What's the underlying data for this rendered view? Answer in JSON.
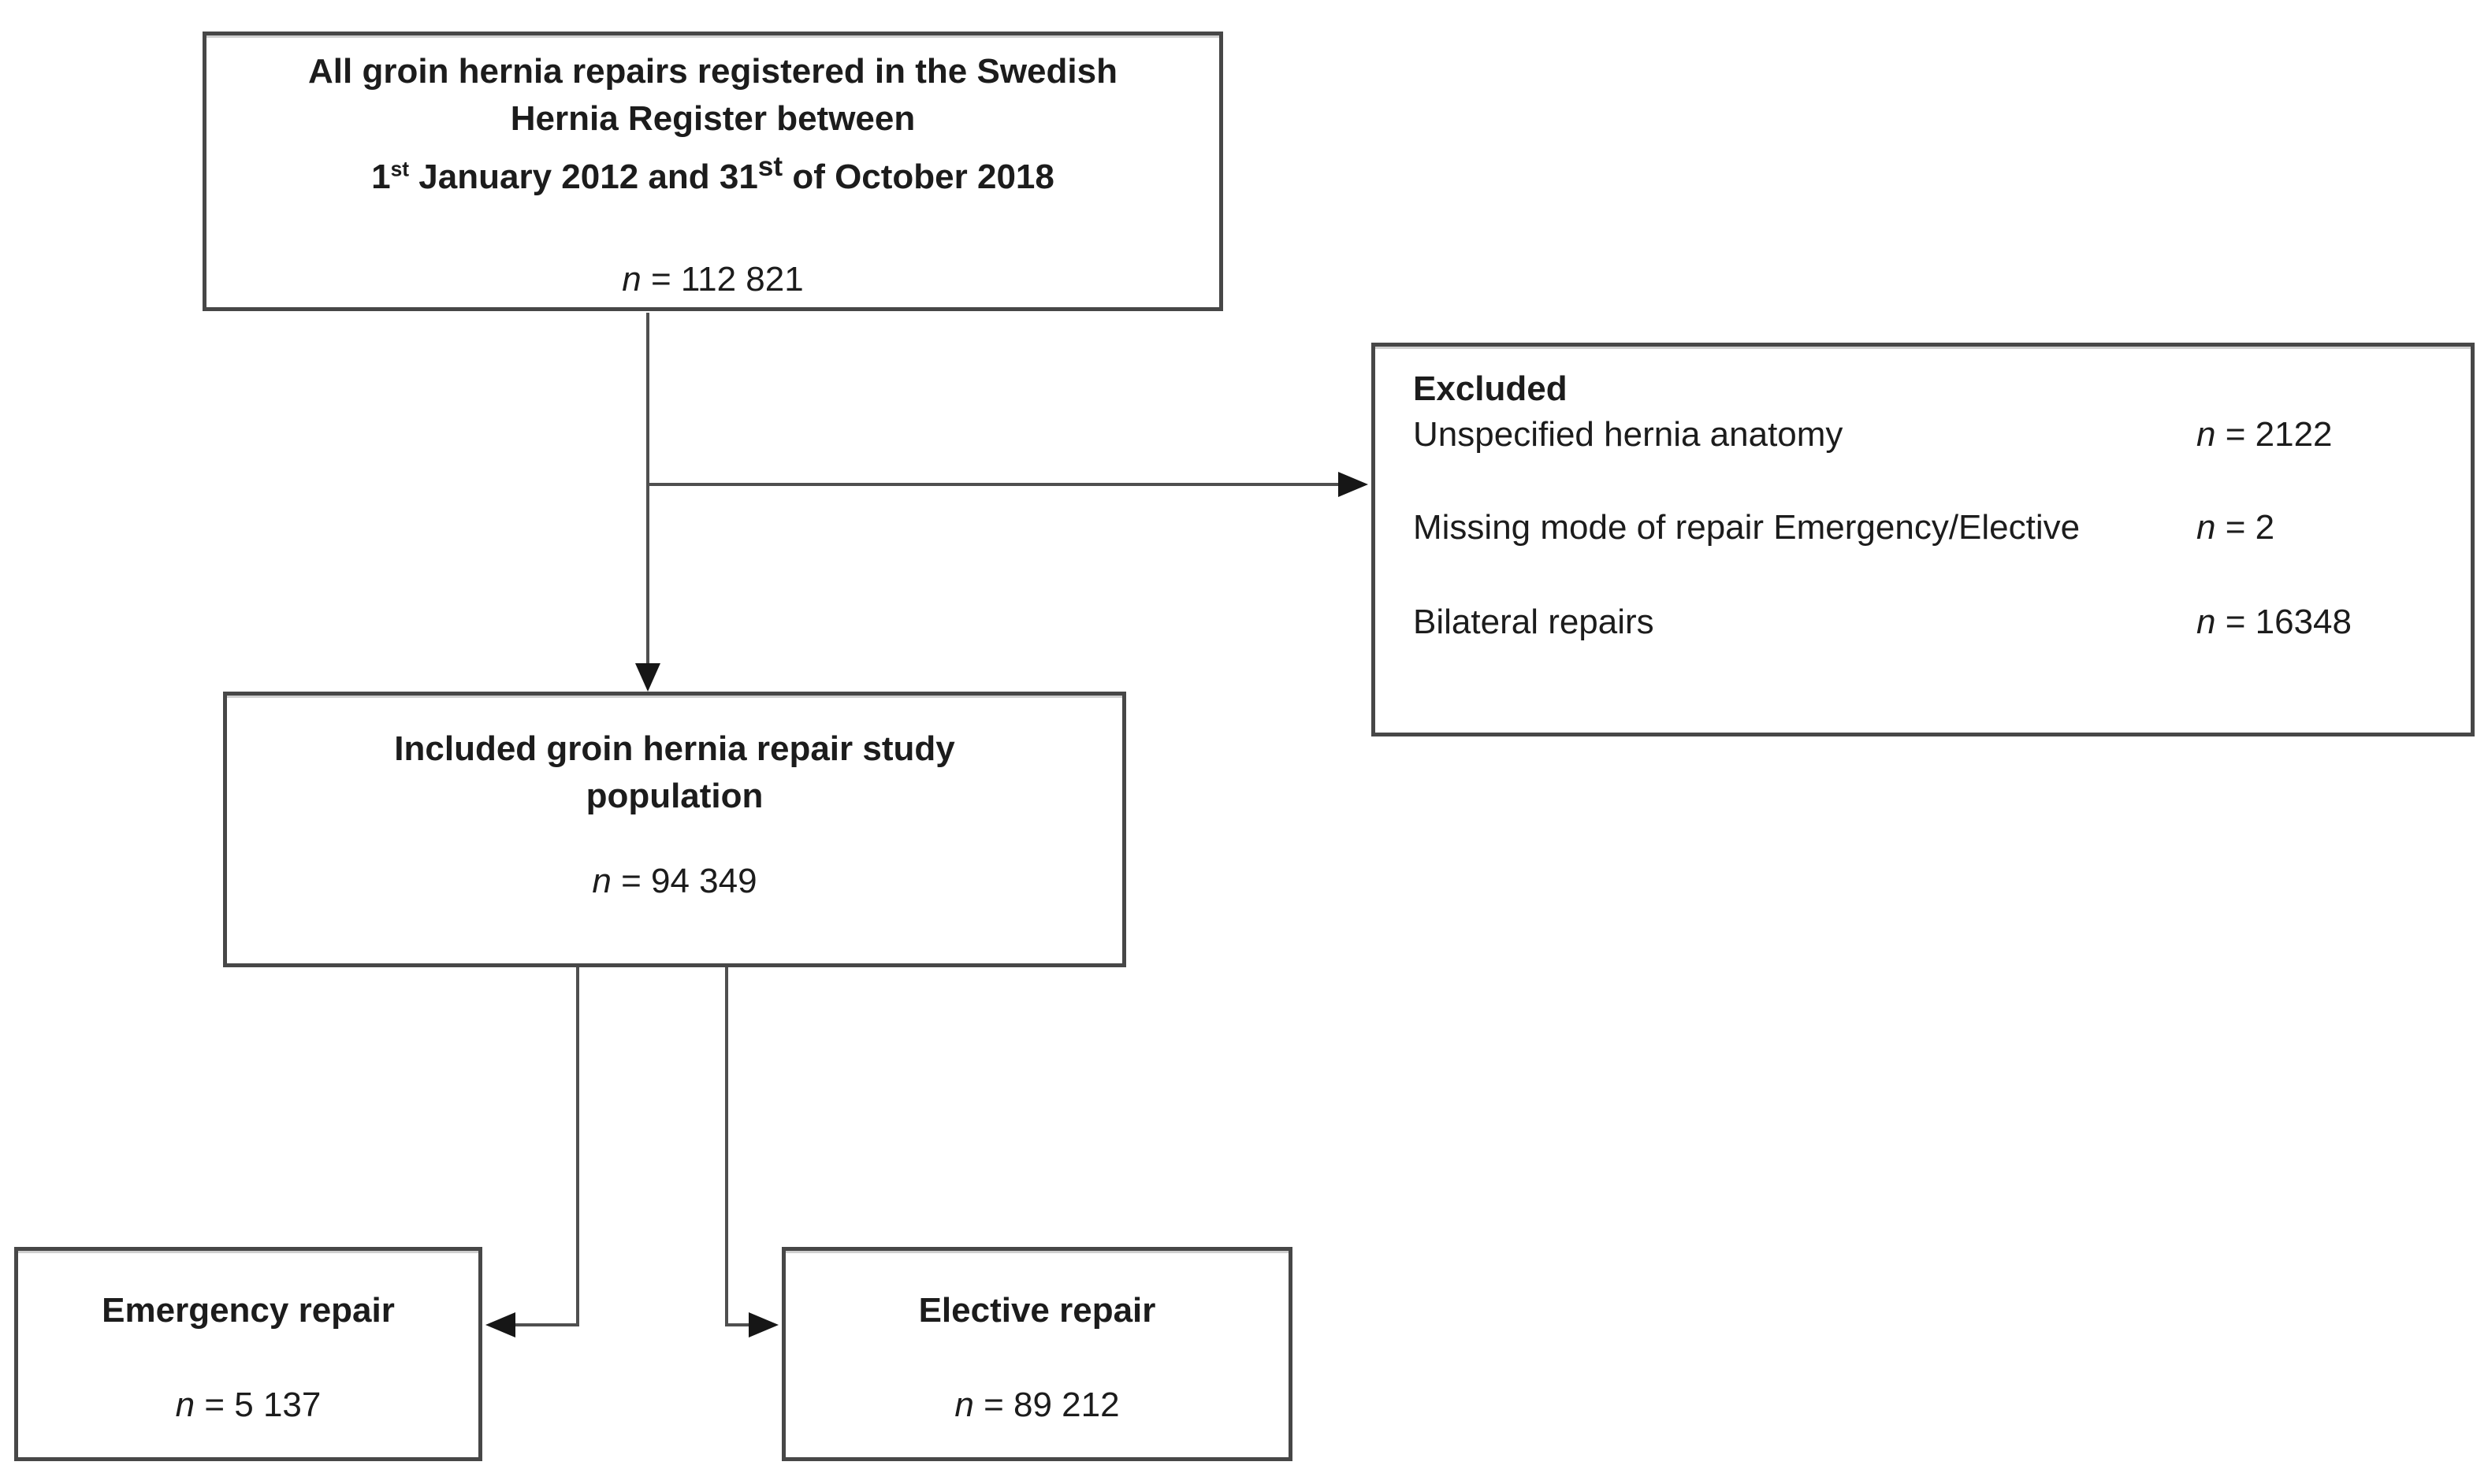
{
  "figure": {
    "type": "flowchart",
    "boxes": {
      "source": {
        "line1": "All groin hernia repairs registered in the Swedish",
        "line2": "Hernia Register between",
        "date_parts": [
          "1",
          "st",
          " January 2012 and 31",
          "st",
          " of October 2018"
        ],
        "n_label": "n",
        "n_value": " = 112 821"
      },
      "excluded": {
        "title": "Excluded",
        "rows": [
          {
            "label": "Unspecified hernia anatomy",
            "n_label": "n",
            "n_value": " = 2122"
          },
          {
            "label": "Missing mode of repair Emergency/Elective",
            "n_label": "n",
            "n_value": " = 2"
          },
          {
            "label": "Bilateral repairs",
            "n_label": "n",
            "n_value": " = 16348"
          }
        ]
      },
      "included": {
        "title_line1": "Included groin hernia repair study",
        "title_line2": "population",
        "n_label": "n",
        "n_value": " = 94 349"
      },
      "emergency": {
        "title": "Emergency repair",
        "n_label": "n",
        "n_value": " = 5 137"
      },
      "elective": {
        "title": "Elective repair",
        "n_label": "n",
        "n_value": " = 89 212"
      }
    },
    "colors": {
      "box_border": "#474747",
      "connector_line": "#4f4f4f",
      "arrowhead": "#161616",
      "text": "#1c1c1c",
      "background": "#ffffff"
    }
  }
}
